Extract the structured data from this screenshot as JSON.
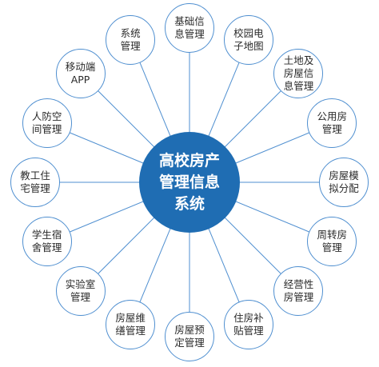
{
  "diagram": {
    "center": {
      "label": "高校房产\n管理信息\n系统"
    },
    "nodes": [
      {
        "id": "basic-info",
        "label": "基础信\n息管理"
      },
      {
        "id": "campus-map",
        "label": "校园电\n子地图"
      },
      {
        "id": "land-building",
        "label": "土地及\n房屋信\n息管理"
      },
      {
        "id": "public-housing",
        "label": "公用房\n管理"
      },
      {
        "id": "housing-sim",
        "label": "房屋模\n拟分配"
      },
      {
        "id": "turnover-housing",
        "label": "周转房\n管理"
      },
      {
        "id": "commercial",
        "label": "经营性\n房管理"
      },
      {
        "id": "housing-subsidy",
        "label": "住房补\n贴管理"
      },
      {
        "id": "reservation",
        "label": "房屋预\n定管理"
      },
      {
        "id": "maintenance",
        "label": "房屋维\n缮管理"
      },
      {
        "id": "laboratory",
        "label": "实验室\n管理"
      },
      {
        "id": "dormitory",
        "label": "学生宿\n舍管理"
      },
      {
        "id": "staff-housing",
        "label": "教工住\n宅管理"
      },
      {
        "id": "civil-defense",
        "label": "人防空\n间管理"
      },
      {
        "id": "mobile-app",
        "label": "移动端\nAPP"
      },
      {
        "id": "system-mgmt",
        "label": "系统\n管理"
      }
    ]
  },
  "colors": {
    "hub": "#1f6db3",
    "ring": "#4f8fd0",
    "text": "#2a2a2a"
  }
}
